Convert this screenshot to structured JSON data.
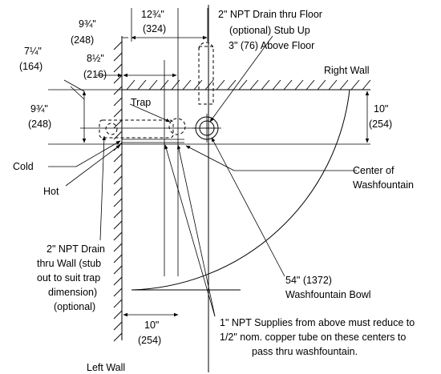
{
  "dimensions": {
    "d_9_75_top": "9¾\"",
    "d_248_top": "(248)",
    "d_12_75": "12¾\"",
    "d_324": "(324)",
    "d_7_25": "7¼\"",
    "d_164": "(164)",
    "d_8_5": "8½\"",
    "d_216": "(216)",
    "d_9_75_left": "9¾\"",
    "d_248_left": "(248)",
    "d_10_right": "10\"",
    "d_254_right": "(254)",
    "d_10_bottom": "10\"",
    "d_254_bottom": "(254)"
  },
  "labels": {
    "floor_drain": [
      "2\" NPT Drain thru Floor",
      "(optional) Stub Up",
      "3\" (76) Above Floor"
    ],
    "right_wall": "Right Wall",
    "trap": "Trap",
    "cold": "Cold",
    "hot": "Hot",
    "center": [
      "Center of",
      "Washfountain"
    ],
    "wall_drain": [
      "2\" NPT Drain",
      "thru Wall (stub",
      "out to suit trap",
      "dimension)",
      "(optional)"
    ],
    "bowl": [
      "54\" (1372)",
      "Washfountain Bowl"
    ],
    "supplies": [
      "1\" NPT Supplies from above must reduce to",
      "1/2\" nom. copper tube on these centers to",
      "pass thru washfountain."
    ],
    "left_wall": "Left Wall"
  }
}
